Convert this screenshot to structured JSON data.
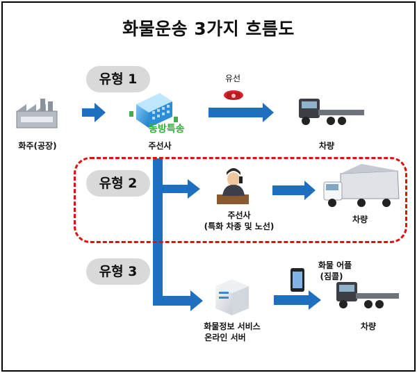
{
  "title": "화물운송 3가지 흐름도",
  "types": [
    {
      "label": "유형 1"
    },
    {
      "label": "유형 2"
    },
    {
      "label": "유형 3"
    }
  ],
  "shipper": {
    "label": "화주(공장)"
  },
  "type1": {
    "broker_label": "주선사",
    "brand": "동방특송",
    "wire_label": "유선",
    "vehicle_label": "차량"
  },
  "type2": {
    "broker_line1": "주선사",
    "broker_line2": "(특화 차종 및 노선)",
    "vehicle_label": "차량"
  },
  "type3": {
    "server_line1": "화물정보 서비스",
    "server_line2": "온라인 서버",
    "app_line1": "화물 어플",
    "app_line2": "(짐콜)",
    "vehicle_label": "차량"
  },
  "colors": {
    "arrow": "#1f6fc0",
    "dash": "#e01010",
    "pill": "#d9d9d9"
  }
}
